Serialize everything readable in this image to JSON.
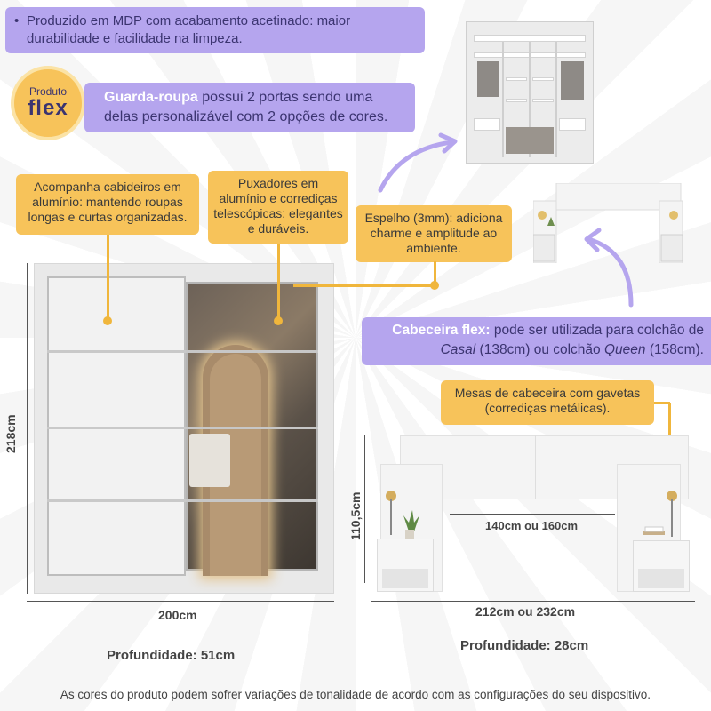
{
  "top_banner": {
    "text": "Produzido em MDP com acabamento acetinado: maior durabilidade e facilidade na limpeza."
  },
  "badge": {
    "line1": "Produto",
    "line2": "flex"
  },
  "flex_banner": {
    "bold": "Guarda-roupa",
    "text": " possui 2 portas sendo uma delas personalizável com 2 opções de cores."
  },
  "callouts": {
    "cabideiros": "Acompanha cabideiros em alumínio: mantendo roupas longas e curtas organizadas.",
    "puxadores": "Puxadores em alumínio e corrediças telescópicas: elegantes e duráveis.",
    "espelho": "Espelho (3mm): adiciona charme e amplitude ao ambiente.",
    "mesas": "Mesas de cabeceira com gavetas (corrediças metálicas)."
  },
  "cabeceira_banner": {
    "bold": "Cabeceira flex:",
    "part1": " pode ser utilizada para colchão de ",
    "casal": "Casal",
    "part2": " (138cm) ou colchão ",
    "queen": "Queen",
    "part3": " (158cm)."
  },
  "dimensions": {
    "wardrobe_height": "218cm",
    "wardrobe_width": "200cm",
    "wardrobe_depth": "Profundidade: 51cm",
    "headboard_height": "110,5cm",
    "headboard_inner": "140cm ou 160cm",
    "headboard_width": "212cm ou 232cm",
    "headboard_depth": "Profundidade: 28cm"
  },
  "footer": "As cores do produto podem sofrer variações de tonalidade de acordo com as configurações do seu dispositivo.",
  "colors": {
    "purple": "#b5a5ee",
    "orange": "#f7c35a",
    "text": "#444444"
  }
}
